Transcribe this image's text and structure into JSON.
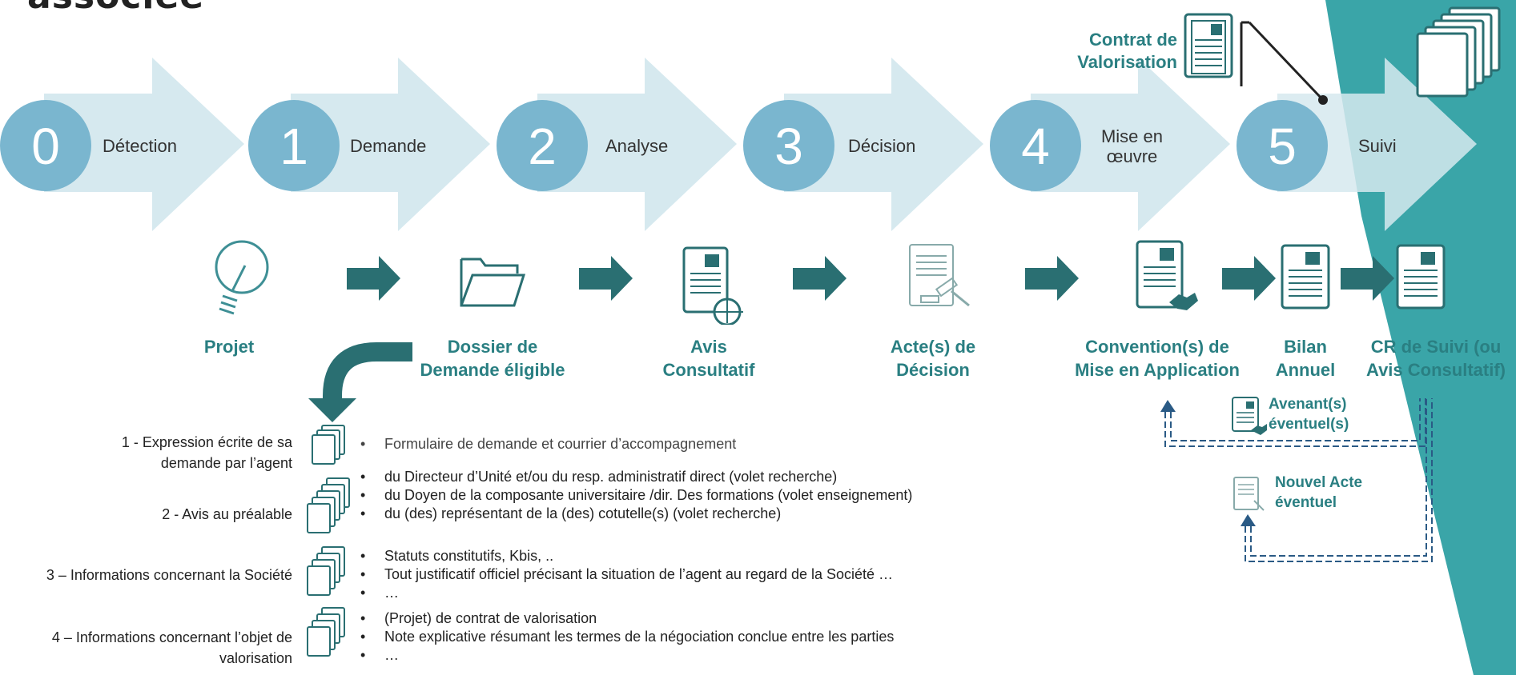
{
  "title": "associée",
  "steps": [
    {
      "number": "0",
      "label": "Détection"
    },
    {
      "number": "1",
      "label": "Demande"
    },
    {
      "number": "2",
      "label": "Analyse"
    },
    {
      "number": "3",
      "label": "Décision"
    },
    {
      "number": "4",
      "label": "Mise en œuvre"
    },
    {
      "number": "5",
      "label": "Suivi"
    }
  ],
  "contract": {
    "label": "Contrat de Valorisation",
    "icon": "stacked-document-icon"
  },
  "documents": [
    {
      "label": "Projet",
      "icon": "lightbulb-icon"
    },
    {
      "label": "Dossier de Demande éligible",
      "icon": "folder-icon"
    },
    {
      "label": "Avis Consultatif",
      "icon": "document-target-icon"
    },
    {
      "label": "Acte(s) de Décision",
      "icon": "document-gavel-icon"
    },
    {
      "label": "Convention(s) de Mise en Application",
      "icon": "document-handshake-icon"
    },
    {
      "label": "Bilan Annuel",
      "icon": "document-icon"
    },
    {
      "label": "CR de Suivi (ou Avis Consultatif)",
      "icon": "document-icon"
    }
  ],
  "optional": {
    "amendment": "Avenant(s) éventuel(s)",
    "new_act": "Nouvel Acte éventuel"
  },
  "requirements": [
    {
      "label": "1 - Expression écrite de sa demande par l’agent",
      "items": [
        "Formulaire de demande et courrier d’accompagnement"
      ]
    },
    {
      "label": "2 - Avis au préalable",
      "items": [
        "du Directeur d’Unité et/ou du resp. administratif direct (volet recherche)",
        "du Doyen de la composante universitaire /dir. Des formations (volet enseignement)",
        "du (des) représentant de la (des) cotutelle(s) (volet recherche)"
      ]
    },
    {
      "label": "3 – Informations concernant la Société",
      "items": [
        "Statuts constitutifs, Kbis, ..",
        "Tout justificatif officiel précisant la situation de l’agent au regard de la Société …",
        "…"
      ]
    },
    {
      "label": "4 – Informations concernant l’objet de valorisation",
      "items": [
        "(Projet) de contrat de valorisation",
        "Note explicative résumant les termes de la négociation conclue entre les parties",
        "…"
      ]
    }
  ],
  "colors": {
    "teal": "#2a6f72",
    "teal_light": "#3aa5a8",
    "circle": "#7ab6cf",
    "chevron": "#d6e9ef",
    "label_text": "#2a7f82"
  }
}
